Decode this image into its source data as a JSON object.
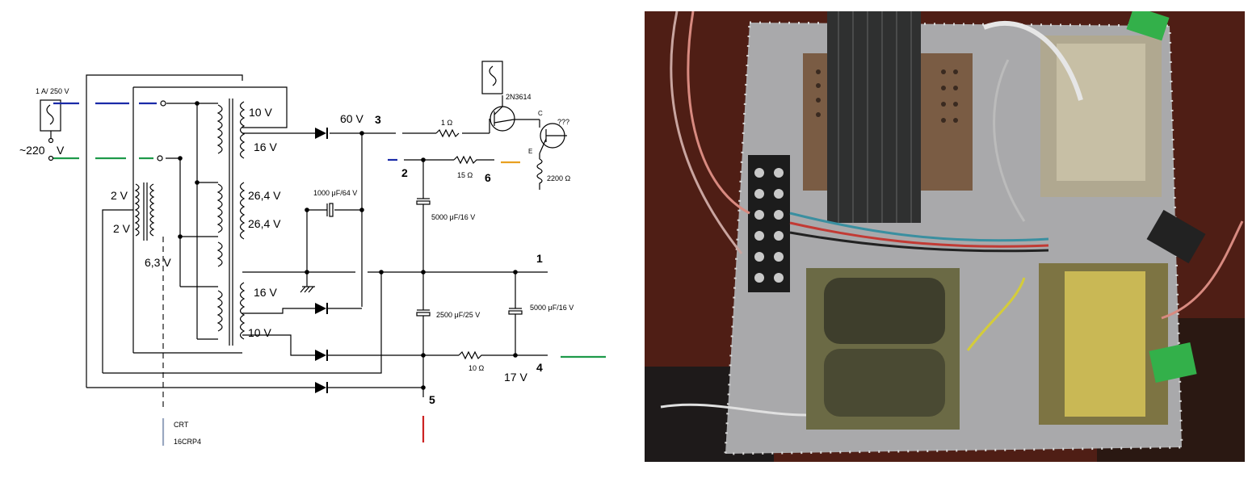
{
  "schematic": {
    "fuse_rating": "1 A/ 250 V",
    "mains": "~220",
    "mains_unit": "V",
    "windings": {
      "w_10v_top": "10 V",
      "w_16v_top": "16 V",
      "w_2v_a": "2 V",
      "w_2v_b": "2 V",
      "w_264_a": "26,4 V",
      "w_264_b": "26,4 V",
      "w_63v": "6,3 V",
      "w_16v_bot": "16 V",
      "w_10v_bot": "10 V"
    },
    "outputs": {
      "v60": "60 V",
      "n3": "3",
      "n2": "2",
      "n6": "6",
      "n1": "1",
      "n4": "4",
      "n5": "5",
      "v17": "17 V"
    },
    "components": {
      "r1": "1 Ω",
      "r15": "15 Ω",
      "r10": "10 Ω",
      "r2200": "2200 Ω",
      "c1000": "1000 μF/64 V",
      "c5000a": "5000 μF/16 V",
      "c2500": "2500 μF/25 V",
      "c5000b": "5000 μF/16  V",
      "transistor": "2N3614",
      "unknown": "???",
      "pin_c": "C",
      "pin_e": "E"
    },
    "crt": {
      "line1": "CRT",
      "line2": "16CRP4"
    },
    "colors": {
      "blue": "#1a2aa8",
      "green": "#1e9a4a",
      "orange": "#e8a020",
      "red": "#cc2222",
      "grey": "#9aa8c0"
    }
  },
  "photo": {
    "subject": "chassis-photo"
  }
}
